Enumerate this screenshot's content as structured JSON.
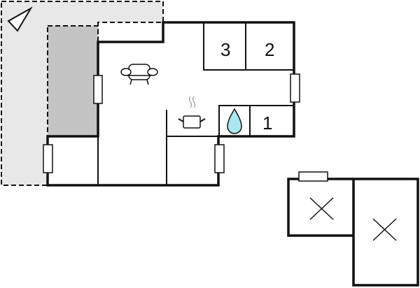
{
  "floorplan": {
    "colors": {
      "outdoor_area": "#e8e8e8",
      "terrace": "#c4c4c4",
      "wall": "#111111",
      "water_drop": "#a8e8ee",
      "background": "#ffffff"
    },
    "rooms": [
      {
        "id": "bedroom-3",
        "label": "3"
      },
      {
        "id": "bedroom-2",
        "label": "2"
      },
      {
        "id": "bedroom-1",
        "label": "1"
      }
    ],
    "icons": {
      "compass": "north-arrow-icon",
      "living_room": "sofa-icon",
      "kitchen": "cooking-pot-icon",
      "bathroom": "water-drop-icon",
      "unlabeled_rooms": "cross-icon"
    }
  }
}
